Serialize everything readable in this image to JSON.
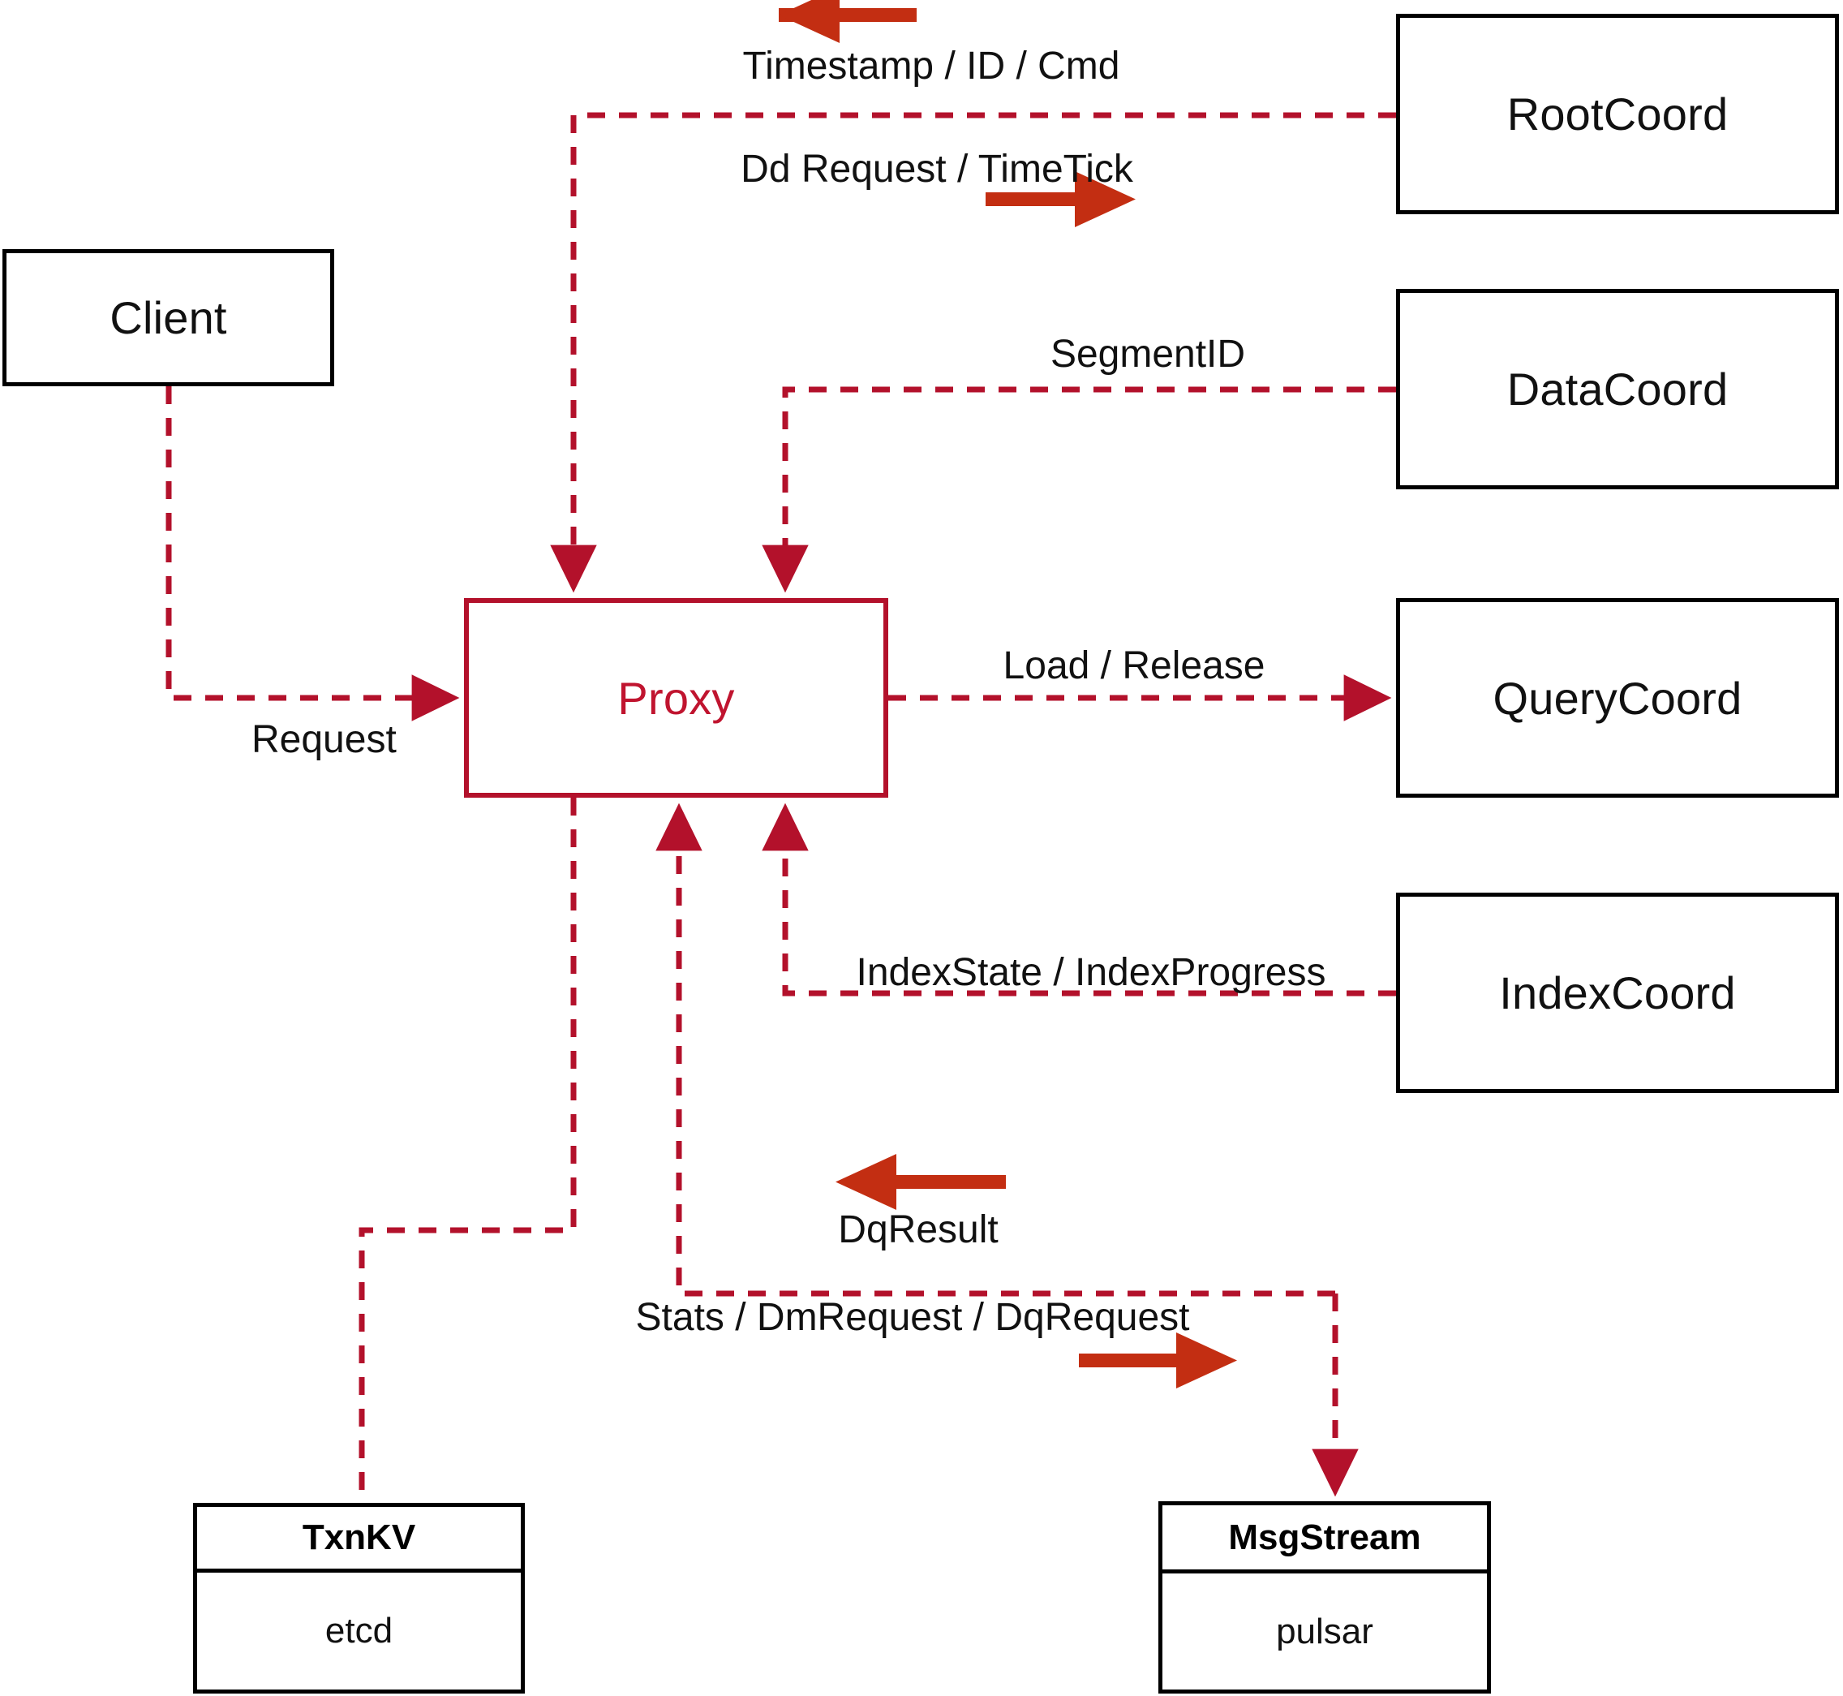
{
  "diagram": {
    "title": "Milvus Proxy interaction diagram",
    "colors": {
      "accent_red": "#b3112b",
      "arrow_red": "#c32e12",
      "node_black": "#000000",
      "background": "#ffffff"
    },
    "nodes": {
      "client": {
        "label": "Client"
      },
      "proxy": {
        "label": "Proxy"
      },
      "root_coord": {
        "label": "RootCoord"
      },
      "data_coord": {
        "label": "DataCoord"
      },
      "query_coord": {
        "label": "QueryCoord"
      },
      "index_coord": {
        "label": "IndexCoord"
      },
      "txnkv": {
        "title": "TxnKV",
        "impl": "etcd"
      },
      "msgstream": {
        "title": "MsgStream",
        "impl": "pulsar"
      }
    },
    "edge_labels": {
      "timestamp_id_cmd": "Timestamp / ID / Cmd",
      "dd_request_timetick": "Dd Request / TimeTick",
      "segment_id": "SegmentID",
      "request": "Request",
      "load_release": "Load / Release",
      "index_state_progress": "IndexState / IndexProgress",
      "dq_result": "DqResult",
      "stats_dm_dq_request": "Stats / DmRequest / DqRequest"
    },
    "edges": [
      {
        "name": "client-to-proxy",
        "from": "client",
        "to": "proxy",
        "label": "Request",
        "direction": "right"
      },
      {
        "name": "proxy-to-rootcoord",
        "from": "proxy",
        "to": "root_coord",
        "label": "Dd Request / TimeTick",
        "direction": "right"
      },
      {
        "name": "rootcoord-to-proxy",
        "from": "root_coord",
        "to": "proxy",
        "label": "Timestamp / ID / Cmd",
        "direction": "left"
      },
      {
        "name": "datacoord-to-proxy",
        "from": "data_coord",
        "to": "proxy",
        "label": "SegmentID",
        "direction": "left"
      },
      {
        "name": "proxy-to-querycoord",
        "from": "proxy",
        "to": "query_coord",
        "label": "Load / Release",
        "direction": "right"
      },
      {
        "name": "indexcoord-to-proxy",
        "from": "index_coord",
        "to": "proxy",
        "label": "IndexState / IndexProgress",
        "direction": "left"
      },
      {
        "name": "proxy-to-txnkv",
        "from": "proxy",
        "to": "txnkv",
        "label": "",
        "direction": "down"
      },
      {
        "name": "proxy-msgstream",
        "from": "proxy",
        "to": "msgstream",
        "label": "Stats / DmRequest / DqRequest",
        "direction": "down"
      },
      {
        "name": "msgstream-to-proxy",
        "from": "msgstream",
        "to": "proxy",
        "label": "DqResult",
        "direction": "left"
      }
    ]
  }
}
